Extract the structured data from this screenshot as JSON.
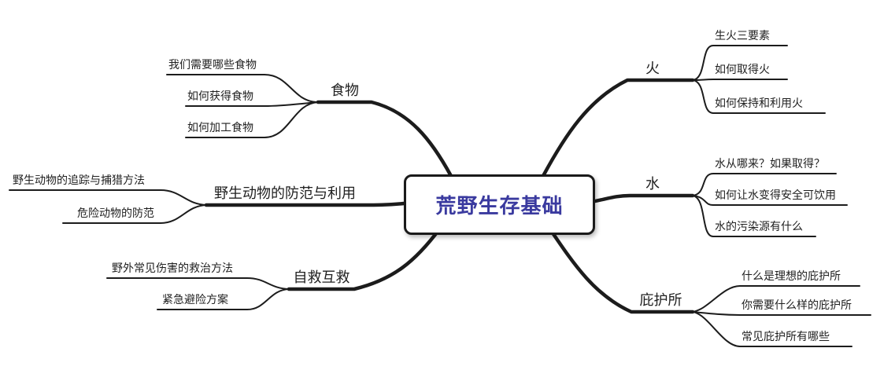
{
  "central": {
    "label": "荒野生存基础"
  },
  "left_branches": [
    {
      "label": "食物",
      "children": [
        "我们需要哪些食物",
        "如何获得食物",
        "如何加工食物"
      ]
    },
    {
      "label": "野生动物的防范与利用",
      "children": [
        "野生动物的追踪与捕猎方法",
        "危险动物的防范"
      ]
    },
    {
      "label": "自救互救",
      "children": [
        "野外常见伤害的救治方法",
        "紧急避险方案"
      ]
    }
  ],
  "right_branches": [
    {
      "label": "火",
      "children": [
        "生火三要素",
        "如何取得火",
        "如何保持和利用火"
      ]
    },
    {
      "label": "水",
      "children": [
        "水从哪来？如果取得？",
        "如何让水变得安全可饮用",
        "水的污染源有什么"
      ]
    },
    {
      "label": "庇护所",
      "children": [
        "什么是理想的庇护所",
        "你需要什么样的庇护所",
        "常见庇护所有哪些"
      ]
    }
  ],
  "colors": {
    "title_text": "#3a3a9f",
    "line": "#1c1c1c",
    "background": "#ffffff"
  }
}
